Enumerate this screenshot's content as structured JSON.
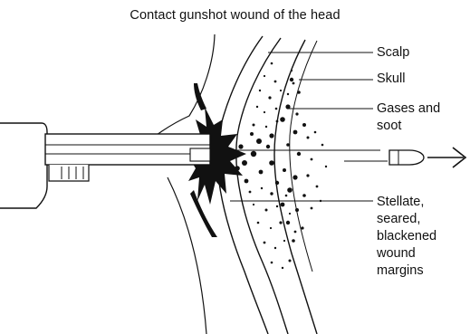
{
  "title": "Contact gunshot wound of the head",
  "labels": {
    "scalp": "Scalp",
    "skull": "Skull",
    "gases": [
      "Gases and",
      "soot"
    ],
    "stellate": [
      "Stellate,",
      "seared,",
      "blackened",
      "wound",
      "margins"
    ]
  },
  "icons": [
    "gun-muzzle",
    "bullet",
    "arrow-right"
  ],
  "colors": {
    "ink": "#111111",
    "background": "#ffffff"
  }
}
